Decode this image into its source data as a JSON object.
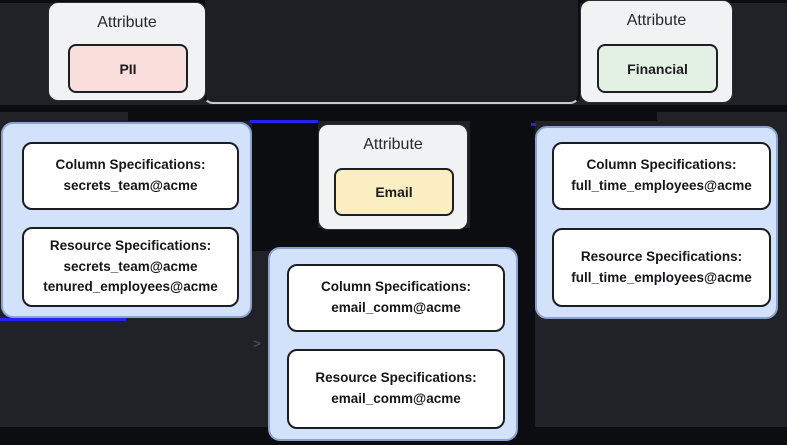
{
  "diagram": {
    "colors": {
      "canvas_bg": "#212227",
      "edge_black": "#0c0d10",
      "edge_blue": "#2324f0",
      "attribute_node_bg": "#f1f2f4",
      "spec_node_bg": "#d2e2fb",
      "pii_chip_bg": "#f9dedb",
      "email_chip_bg": "#faeec2",
      "financial_chip_bg": "#e3f0e4"
    },
    "attribute_nodes": [
      {
        "title": "Attribute",
        "label": "PII",
        "chip_color": "#f9dedb"
      },
      {
        "title": "Attribute",
        "label": "Email",
        "chip_color": "#faeec2"
      },
      {
        "title": "Attribute",
        "label": "Financial",
        "chip_color": "#e3f0e4"
      }
    ],
    "spec_nodes": [
      {
        "column_title": "Column Specifications:",
        "column_value": "secrets_team@acme",
        "resource_title": "Resource Specifications:",
        "resource_value_1": "secrets_team@acme",
        "resource_value_2": "tenured_employees@acme"
      },
      {
        "column_title": "Column Specifications:",
        "column_value": "email_comm@acme",
        "resource_title": "Resource Specifications:",
        "resource_value_1": "email_comm@acme"
      },
      {
        "column_title": "Column Specifications:",
        "column_value": "full_time_employees@acme",
        "resource_title": "Resource Specifications:",
        "resource_value_1": "full_time_employees@acme"
      }
    ],
    "edge_arrow_glyph": ">"
  }
}
